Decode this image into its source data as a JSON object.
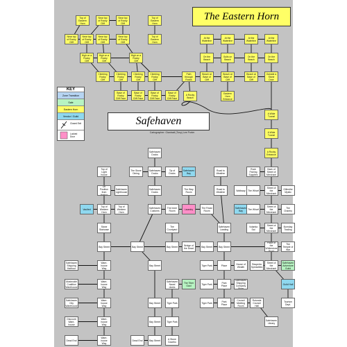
{
  "title": "The Eastern Horn",
  "subtitle": "Safehaven",
  "subtitle_caption": "Cartographer: Giantnail (Tony) Lee Porter",
  "key": {
    "title": "KEY",
    "items": [
      {
        "label": "Zone Transition",
        "color": "#b6d4f2"
      },
      {
        "label": "Safe",
        "color": "#b7f3c2"
      },
      {
        "label": "Eastern Horn",
        "color": "#ffff66"
      },
      {
        "label": "Vendor / Guild",
        "color": "#8fd8ef"
      },
      {
        "label": "Closed Exit",
        "icon": "closed-exit-icon"
      },
      {
        "label": "Locked Door",
        "icon": "locked-door-icon",
        "color": "#ff8fc8"
      }
    ]
  },
  "colors": {
    "sheet": "#c3c3c3",
    "horn": "#ffff66",
    "safe": "#b7f3c2",
    "vendor": "#8fd8ef",
    "locked": "#ff8fc8",
    "line": "#111111"
  },
  "rooms": [
    {
      "id": "r1",
      "label": "Top of Eastern Horn",
      "type": "horn"
    },
    {
      "id": "r2",
      "label": "Near top of Rocky Cliff",
      "type": "horn"
    },
    {
      "id": "r3",
      "label": "Near top of Rocky Cliff",
      "type": "horn"
    },
    {
      "id": "r4",
      "label": "Top of Eastern Horn",
      "type": "horn"
    },
    {
      "id": "r5",
      "label": "Near top of Rocky Cliff",
      "type": "horn"
    },
    {
      "id": "r6",
      "label": "Near top of Rocky Cliff",
      "type": "horn"
    },
    {
      "id": "r7",
      "label": "Near top of Rocky Cliff",
      "type": "horn"
    },
    {
      "id": "r8",
      "label": "Near top of Rocky Cliff",
      "type": "horn"
    },
    {
      "id": "r9",
      "label": "Top of Eastern Horn",
      "type": "horn"
    },
    {
      "id": "r10",
      "label": "High on a Rocky Cliff",
      "type": "horn"
    },
    {
      "id": "r11",
      "label": "High on a Rocky Cliff",
      "type": "horn"
    },
    {
      "id": "r12",
      "label": "High on a Rocky Cliff",
      "type": "horn"
    },
    {
      "id": "r13",
      "label": "Climbing Rocky Cliff",
      "type": "horn"
    },
    {
      "id": "r14",
      "label": "Climbing Rocky Cliff",
      "type": "horn"
    },
    {
      "id": "r15",
      "label": "Climbing Rocky Cliff",
      "type": "horn"
    },
    {
      "id": "r16",
      "label": "Climbing Rocky Cliff",
      "type": "horn"
    },
    {
      "id": "r17",
      "label": "Base of Rocky Cliff Face",
      "type": "horn"
    },
    {
      "id": "r18",
      "label": "Base of Rocky Cliff Face",
      "type": "horn"
    },
    {
      "id": "r19",
      "label": "Base of Rocky Cliff Face",
      "type": "horn"
    },
    {
      "id": "r20",
      "label": "Base of Rocky Cliff Face",
      "type": "horn"
    },
    {
      "id": "r21",
      "label": "Path through Rocks",
      "type": "horn"
    },
    {
      "id": "r22",
      "label": "A Rocky Beach",
      "type": "horn"
    },
    {
      "id": "r23",
      "label": "At the Waterline",
      "type": "horn"
    },
    {
      "id": "r24",
      "label": "At the Waterline",
      "type": "horn"
    },
    {
      "id": "r25",
      "label": "At the Waterline",
      "type": "horn"
    },
    {
      "id": "r26",
      "label": "At the Waterline",
      "type": "horn"
    },
    {
      "id": "r27",
      "label": "On the Beach",
      "type": "horn"
    },
    {
      "id": "r28",
      "label": "Gulls on Beach",
      "type": "horn"
    },
    {
      "id": "r29",
      "label": "On the Beach",
      "type": "horn"
    },
    {
      "id": "r30",
      "label": "On the Beach",
      "type": "horn"
    },
    {
      "id": "r31",
      "label": "Beach at Base of Cliff",
      "type": "horn"
    },
    {
      "id": "r32",
      "label": "Beach at Base of Cliff",
      "type": "horn"
    },
    {
      "id": "r33",
      "label": "Beach at Base of Cliff",
      "type": "horn"
    },
    {
      "id": "r34",
      "label": "Outside a Stone Door",
      "type": "horn"
    },
    {
      "id": "r35",
      "label": "Eastern Horn Entrance",
      "type": "horn"
    },
    {
      "id": "r36",
      "label": "A Wide Tunnel",
      "type": "horn"
    },
    {
      "id": "r37",
      "label": "A Wide Tunnel",
      "type": "horn"
    },
    {
      "id": "r38",
      "label": "A Rocky Entrance",
      "type": "horn"
    },
    {
      "id": "r39",
      "label": "Safehaven Docks",
      "type": "room"
    },
    {
      "id": "r40",
      "label": "The Stone Dining",
      "type": "room"
    },
    {
      "id": "r41",
      "label": "Safehaven Docks",
      "type": "room"
    },
    {
      "id": "r42",
      "label": "Tip of Docks",
      "type": "room"
    },
    {
      "id": "r43",
      "label": "Safehaven Bay",
      "type": "vendor"
    },
    {
      "id": "r44",
      "label": "Top of Light house",
      "type": "room"
    },
    {
      "id": "r45",
      "label": "Road to Weather",
      "type": "room"
    },
    {
      "id": "r46",
      "label": "Rock Fishing Supplies",
      "type": "room"
    },
    {
      "id": "r47",
      "label": "Back of Street of Merchant",
      "type": "room"
    },
    {
      "id": "r48",
      "label": "Safehaven Docks",
      "type": "room"
    },
    {
      "id": "r49",
      "label": "On Position from Harbor",
      "type": "room"
    },
    {
      "id": "r50",
      "label": "Safehaven Lighthouse",
      "type": "room"
    },
    {
      "id": "r51",
      "label": "The Way Room",
      "type": "room"
    },
    {
      "id": "r52",
      "label": "Road to Weather",
      "type": "room"
    },
    {
      "id": "r53",
      "label": "Walkway",
      "type": "room"
    },
    {
      "id": "r54",
      "label": "The Wharf",
      "type": "room"
    },
    {
      "id": "r55",
      "label": "Street of the Merchant",
      "type": "room"
    },
    {
      "id": "r56",
      "label": "Gillesthe Mystic",
      "type": "room"
    },
    {
      "id": "r57",
      "label": "Vaulted",
      "type": "vendor"
    },
    {
      "id": "r58",
      "label": "Top of Western Horn",
      "type": "room"
    },
    {
      "id": "r59",
      "label": "Top of Western Horn",
      "type": "room"
    },
    {
      "id": "r60",
      "label": "Safehaven Customs",
      "type": "room"
    },
    {
      "id": "r61",
      "label": "The Inner Room",
      "type": "room"
    },
    {
      "id": "r62",
      "label": "Laundry",
      "type": "locked"
    },
    {
      "id": "r63",
      "label": "The Feast Room",
      "type": "room"
    },
    {
      "id": "r64",
      "label": "Safehaven Bay",
      "type": "vendor"
    },
    {
      "id": "r65",
      "label": "The Wharf",
      "type": "room"
    },
    {
      "id": "r66",
      "label": "Street of the Merchant",
      "type": "room"
    },
    {
      "id": "r67",
      "label": "The Chantry",
      "type": "room"
    },
    {
      "id": "r68",
      "label": "Stone Staircase",
      "type": "room"
    },
    {
      "id": "r69",
      "label": "The Courtyard",
      "type": "room"
    },
    {
      "id": "r70",
      "label": "Safehaven Landing",
      "type": "room"
    },
    {
      "id": "r71",
      "label": "Volantia Sal",
      "type": "room"
    },
    {
      "id": "r72",
      "label": "Street of the Merchant",
      "type": "room"
    },
    {
      "id": "r73",
      "label": "Burnday Trading",
      "type": "room"
    },
    {
      "id": "r74",
      "label": "Bay Street",
      "type": "room"
    },
    {
      "id": "r75",
      "label": "Bay Street",
      "type": "room"
    },
    {
      "id": "r76",
      "label": "Bay Street",
      "type": "room"
    },
    {
      "id": "r77",
      "label": "Bridge of the Dead",
      "type": "room"
    },
    {
      "id": "r78",
      "label": "Bay Street",
      "type": "room"
    },
    {
      "id": "r79",
      "label": "Bay Street",
      "type": "room"
    },
    {
      "id": "r80",
      "label": "Place of the Whitestone Road",
      "type": "room"
    },
    {
      "id": "r81",
      "label": "The Temple of War",
      "type": "room"
    },
    {
      "id": "r82",
      "label": "Safehaven Shipping Harbour",
      "type": "room"
    },
    {
      "id": "r83",
      "label": "Ware-house Way",
      "type": "room"
    },
    {
      "id": "r84",
      "label": "Bay Street",
      "type": "room"
    },
    {
      "id": "r85",
      "label": "Tiger Park",
      "type": "room"
    },
    {
      "id": "r86",
      "label": "Place",
      "type": "room"
    },
    {
      "id": "r87",
      "label": "House of Wealth",
      "type": "room"
    },
    {
      "id": "r88",
      "label": "Rasperta Specialties",
      "type": "room"
    },
    {
      "id": "r89",
      "label": "Street of the Merchant",
      "type": "room"
    },
    {
      "id": "r90",
      "label": "Safehaven Adventure Guild",
      "type": "safe"
    },
    {
      "id": "r91",
      "label": "Mushrodie Coalition Warehouse",
      "type": "room"
    },
    {
      "id": "r92",
      "label": "Ware-house Way",
      "type": "room"
    },
    {
      "id": "r93",
      "label": "Safehaven Naval docks",
      "type": "room"
    },
    {
      "id": "r94",
      "label": "The Tiber Gaol",
      "type": "safe"
    },
    {
      "id": "r95",
      "label": "Tiger Park",
      "type": "room"
    },
    {
      "id": "r96",
      "label": "Park Place",
      "type": "room"
    },
    {
      "id": "r97",
      "label": "Safehaven Shipping Company Store",
      "type": "room"
    },
    {
      "id": "r98",
      "label": "Guild Hall",
      "type": "vendor"
    },
    {
      "id": "r99",
      "label": "Safehaven City Warehouse",
      "type": "room"
    },
    {
      "id": "r100",
      "label": "Ware-house Way",
      "type": "room"
    },
    {
      "id": "r101",
      "label": "Bay Street",
      "type": "room"
    },
    {
      "id": "r102",
      "label": "Tiger Park",
      "type": "room"
    },
    {
      "id": "r103",
      "label": "Tiger Park",
      "type": "room"
    },
    {
      "id": "r104",
      "label": "Park Place",
      "type": "room"
    },
    {
      "id": "r105",
      "label": "Council Meeting Room",
      "type": "room"
    },
    {
      "id": "r106",
      "label": "Rotunda Council Hall",
      "type": "room"
    },
    {
      "id": "r107",
      "label": "Tourism Dept.",
      "type": "room"
    },
    {
      "id": "r108",
      "label": "Discount Ware-house",
      "type": "room"
    },
    {
      "id": "r109",
      "label": "Ware-house Way",
      "type": "room"
    },
    {
      "id": "r110",
      "label": "Bay Street",
      "type": "room"
    },
    {
      "id": "r111",
      "label": "Tiger Park",
      "type": "room"
    },
    {
      "id": "r112",
      "label": "Safehaven Library",
      "type": "room"
    },
    {
      "id": "r113",
      "label": "Dead End",
      "type": "room"
    },
    {
      "id": "r114",
      "label": "Ware-house Way",
      "type": "room"
    },
    {
      "id": "r115",
      "label": "Bay Street",
      "type": "room"
    },
    {
      "id": "r116",
      "label": "A Stone Gazebo",
      "type": "room"
    },
    {
      "id": "r117",
      "label": "Dead End",
      "type": "room"
    }
  ]
}
